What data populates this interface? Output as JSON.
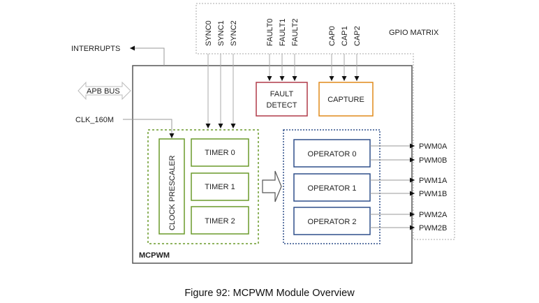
{
  "figure": {
    "caption": "Figure 92: MCPWM Module Overview"
  },
  "gpio_matrix": {
    "label": "GPIO MATRIX",
    "sync_inputs": [
      "SYNC0",
      "SYNC1",
      "SYNC2"
    ],
    "fault_inputs": [
      "FAULT0",
      "FAULT1",
      "FAULT2"
    ],
    "capture_inputs": [
      "CAP0",
      "CAP1",
      "CAP2"
    ],
    "pwm_outputs": [
      "PWM0A",
      "PWM0B",
      "PWM1A",
      "PWM1B",
      "PWM2A",
      "PWM2B"
    ]
  },
  "external": {
    "interrupts": "INTERRUPTS",
    "apb_bus": "APB BUS",
    "clock": "CLK_160M"
  },
  "module": {
    "name": "MCPWM",
    "fault_detect": [
      "FAULT",
      "DETECT"
    ],
    "capture": "CAPTURE",
    "clock_prescaler": "CLOCK PRESCALER",
    "timers": [
      "TIMER 0",
      "TIMER 1",
      "TIMER 2"
    ],
    "operators": [
      "OPERATOR 0",
      "OPERATOR 1",
      "OPERATOR 2"
    ]
  },
  "colors": {
    "timer_green": "#6a9a2a",
    "operator_blue": "#2e4f8a",
    "fault_red": "#b03a48",
    "capture_orange": "#e08a1a",
    "module_border": "#555555",
    "gpio_dashed": "#aaaaaa"
  }
}
